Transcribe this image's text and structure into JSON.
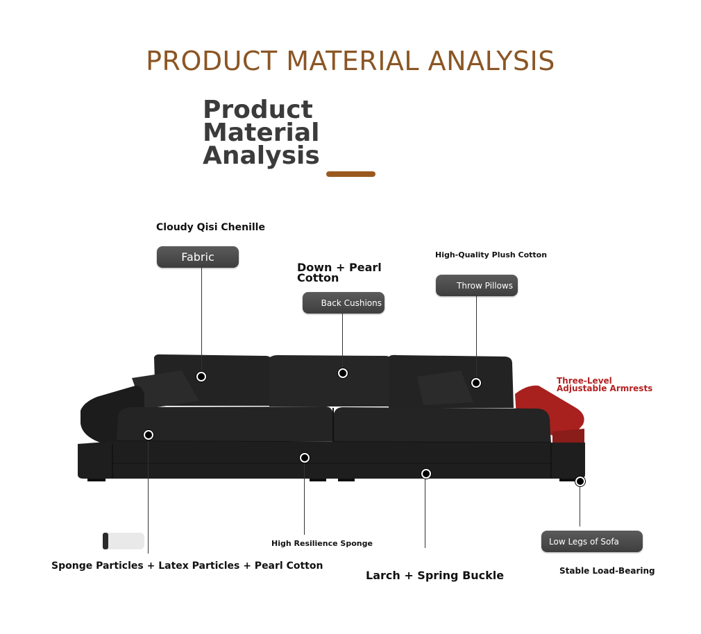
{
  "header": {
    "title_caps": "PRODUCT MATERIAL ANALYSIS",
    "title_bold": "Product Material Analysis"
  },
  "callouts": {
    "fabric": {
      "material": "Cloudy Qisi Chenille",
      "tag": "Fabric"
    },
    "back_cushions": {
      "material": "Down + Pearl Cotton",
      "tag": "Back Cushions"
    },
    "throw_pillows": {
      "material": "High-Quality Plush Cotton",
      "tag": "Throw Pillows"
    },
    "armrests": {
      "label": "Three-Level Adjustable Armrests"
    },
    "seat": {
      "material": "Sponge Particles + Latex Particles + Pearl Cotton"
    },
    "sponge": {
      "label": "High Resilience Sponge"
    },
    "frame": {
      "material": "Larch + Spring Buckle"
    },
    "legs": {
      "tag": "Low Legs of Sofa",
      "material": "Stable Load-Bearing"
    }
  },
  "colors": {
    "title_brown": "#8b5624",
    "accent_bar": "#9a5a1f",
    "tag_gray": "#4a4a4a",
    "armrest_red": "#a8211f",
    "sofa_black": "#1e1e1e"
  }
}
